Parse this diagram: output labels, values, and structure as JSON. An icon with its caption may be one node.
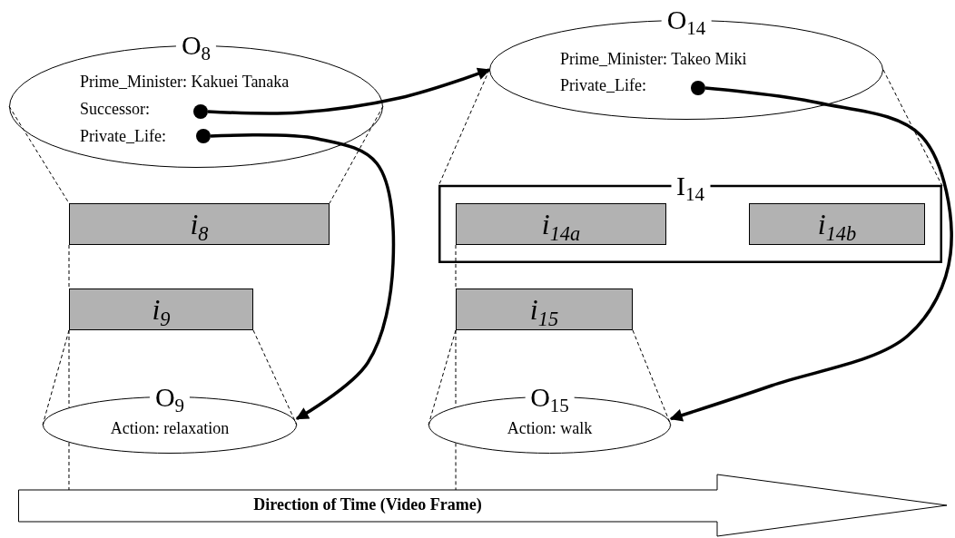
{
  "diagram": {
    "nodes": [
      {
        "text": [
          "O$_{8}$",
          "Prime_Minister: Kakuei Tanaka",
          "Successor:",
          "Private_Life:"
        ]
      },
      {
        "text": [],
        "shape": "circle",
        "in": 0
      },
      {
        "text": [],
        "shape": "circle",
        "in": 0
      },
      {
        "text": [
          "O$_{14}$",
          "Prime_Minister: Takeo Miki",
          "Private_Life:"
        ]
      },
      {
        "text": [],
        "shape": "circle",
        "in": 3
      },
      {
        "text": [
          "I$_{14}$"
        ]
      },
      {
        "text": [
          "i$_{14a}$"
        ],
        "in": 5
      },
      {
        "text": [
          "i$_{14b}$"
        ],
        "in": 5
      },
      {
        "text": [
          "i$_{8}$"
        ]
      },
      {
        "text": [
          "i$_{9}$"
        ]
      },
      {
        "text": [
          "i$_{15}$"
        ]
      },
      {
        "text": [
          "O$_{9}$",
          "Action: relaxation"
        ]
      },
      {
        "text": [
          "O$_{15}$",
          "Action: walk"
        ]
      },
      {
        "text": [
          "Direction of Time (Video Frame)"
        ]
      }
    ],
    "edges": [
      {
        "from": 1,
        "to": 3,
        "arrow": "to",
        "style": "thick"
      },
      {
        "from": 2,
        "to": 11,
        "arrow": "to",
        "style": "thick"
      },
      {
        "from": 4,
        "to": 12,
        "arrow": "to",
        "style": "thick"
      },
      {
        "from": 0,
        "to": 8,
        "arrow": "none",
        "style": "dashed"
      },
      {
        "from": 0,
        "to": 8,
        "arrow": "none",
        "style": "dashed"
      },
      {
        "from": 3,
        "to": 5,
        "arrow": "none",
        "style": "dashed"
      },
      {
        "from": 3,
        "to": 5,
        "arrow": "none",
        "style": "dashed"
      },
      {
        "from": 9,
        "to": 11,
        "arrow": "none",
        "style": "dashed"
      },
      {
        "from": 9,
        "to": 11,
        "arrow": "none",
        "style": "dashed"
      },
      {
        "from": 10,
        "to": 12,
        "arrow": "none",
        "style": "dashed"
      },
      {
        "from": 10,
        "to": 12,
        "arrow": "none",
        "style": "dashed"
      },
      {
        "from": 8,
        "to": 9,
        "arrow": "none",
        "style": "dashed"
      },
      {
        "from": 9,
        "to": 11,
        "arrow": "none",
        "style": "dashed"
      },
      {
        "from": 11,
        "to": 13,
        "arrow": "none",
        "style": "dashed"
      },
      {
        "from": 6,
        "to": 10,
        "arrow": "none",
        "style": "dashed"
      },
      {
        "from": 10,
        "to": 12,
        "arrow": "none",
        "style": "dashed"
      },
      {
        "from": 12,
        "to": 13,
        "arrow": "none",
        "style": "dashed"
      }
    ]
  }
}
